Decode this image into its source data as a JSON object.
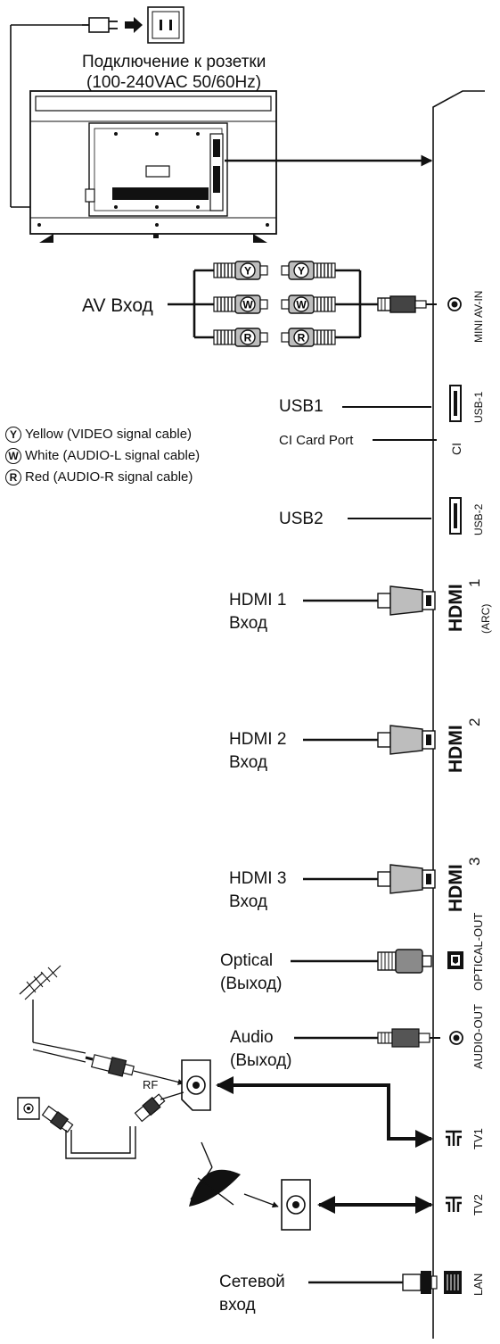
{
  "power": {
    "line1": "Подключение к розетки",
    "line2": "(100-240VAC 50/60Hz)"
  },
  "inputs": {
    "av": "AV Вход",
    "usb1": "USB1",
    "ci_card": "CI Card Port",
    "usb2": "USB2",
    "hdmi1_line1": "HDMI 1",
    "hdmi1_line2": "Вход",
    "hdmi2_line1": "HDMI 2",
    "hdmi2_line2": "Вход",
    "hdmi3_line1": "HDMI 3",
    "hdmi3_line2": "Вход",
    "optical_line1": "Optical",
    "optical_line2": "(Выход)",
    "audio_line1": "Audio",
    "audio_line2": "(Выход)",
    "rf": "RF",
    "lan_line1": "Сетевой",
    "lan_line2": "вход"
  },
  "legend": [
    {
      "letter": "Y",
      "text": "Yellow (VIDEO signal cable)"
    },
    {
      "letter": "W",
      "text": "White (AUDIO-L signal cable)"
    },
    {
      "letter": "R",
      "text": "Red (AUDIO-R signal cable)"
    }
  ],
  "plug_letters": [
    "Y",
    "W",
    "R"
  ],
  "ports": {
    "mini_av": "MINI AV-IN",
    "usb1": "USB-1",
    "ci": "CI",
    "usb2": "USB-2",
    "hdmi_logo": "HDMI",
    "hdmi1_num": "1",
    "hdmi1_arc": "(ARC)",
    "hdmi2_num": "2",
    "hdmi3_num": "3",
    "optical_out": "OPTICAL-OUT",
    "audio_out": "AUDIO-OUT",
    "tv1": "TV1",
    "tv2": "TV2",
    "lan": "LAN"
  }
}
